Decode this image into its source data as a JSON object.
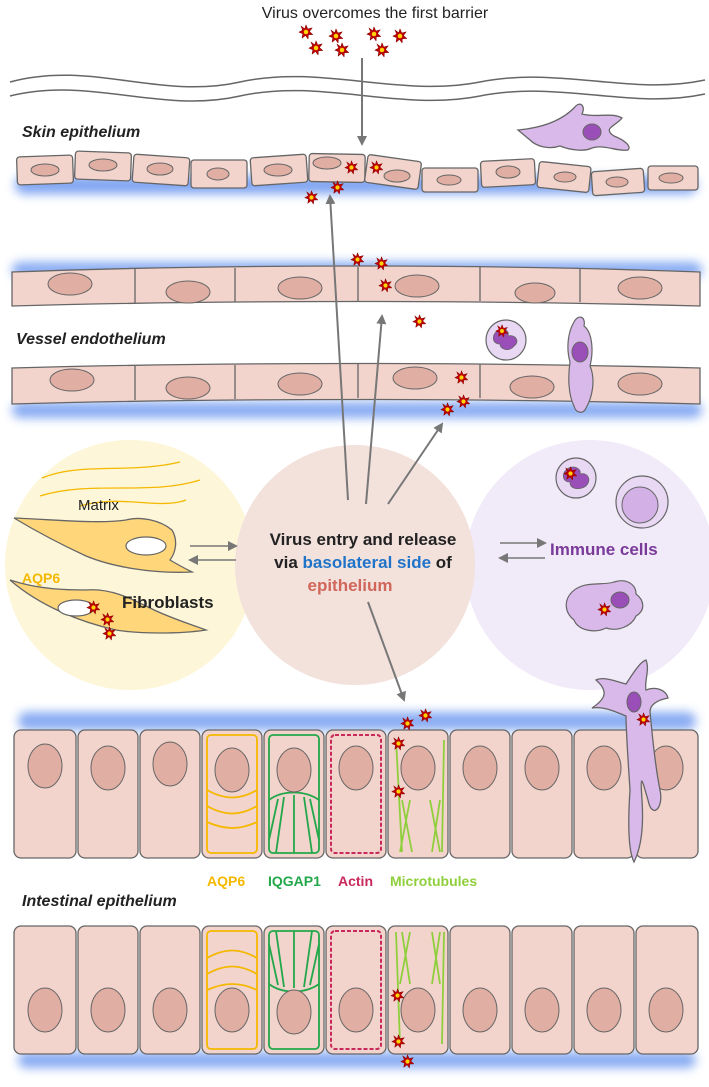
{
  "title": "Virus overcomes the first barrier",
  "labels": {
    "skin": "Skin epithelium",
    "vessel": "Vessel endothelium",
    "intestinal": "Intestinal epithelium",
    "matrix": "Matrix",
    "aqp6": "AQP6",
    "fibroblasts": "Fibroblasts",
    "immune": "Immune cells"
  },
  "center_text": {
    "line1": "Virus entry and release",
    "line2_prefix": "via ",
    "line2_highlight": "basolateral side",
    "line2_suffix": " of",
    "line3": "epithelium"
  },
  "legend": [
    {
      "label": "AQP6",
      "color": "#f5b800"
    },
    {
      "label": "IQGAP1",
      "color": "#22a84a"
    },
    {
      "label": "Actin",
      "color": "#c8285a"
    },
    {
      "label": "Microtubules",
      "color": "#8fcf3c"
    }
  ],
  "colors": {
    "cell_fill": "#f2d4cd",
    "nucleus": "#e0aea2",
    "outline": "#666666",
    "basal_glow": "#6a96f0",
    "fibroblast_zone": "#fdf6d8",
    "center_zone": "#f3e1dc",
    "immune_zone": "#f1eaf8",
    "immune_cell": "#d9b9ea",
    "immune_nucleus": "#9a4fb8",
    "virus": "#c00000",
    "virus_core": "#ffd400",
    "highlight_blue": "#1f74c9",
    "epithelium_red": "#d0675a",
    "immune_text": "#7a3a9a",
    "arrow": "#777777"
  }
}
